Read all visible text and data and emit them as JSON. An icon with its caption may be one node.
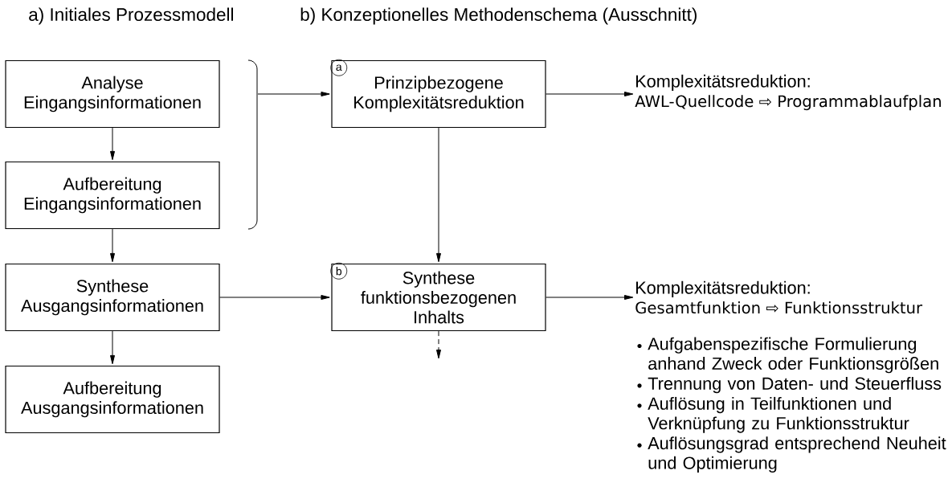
{
  "diagram": {
    "nodes": [
      {
        "text": [
          "Analyse Eingangsinformationen"
        ]
      },
      {
        "text": [
          "Aufbereitung Eingangsinformationen"
        ]
      },
      {
        "text": [
          "Synthese Ausgangsinformationen"
        ]
      },
      {
        "text": [
          "Aufbereitung Ausgangsinformationen"
        ]
      },
      {
        "text": [
          "a",
          "Prinzipbezogene Komplexitätsreduktion"
        ]
      },
      {
        "text": [
          "b",
          "Synthese funktionsbezogenen Inhalts"
        ]
      },
      {
        "text": [
          "Komplexitätsreduktion:",
          "AWL-Quellcode ⇨ Programmablaufplan"
        ]
      },
      {
        "text": [
          "Komplexitätsreduktion:",
          "Gesamtfunktion ⇨ Funktionsstruktur"
        ]
      }
    ],
    "edges": [
      {
        "from": 0,
        "to": 1,
        "arrow": "to"
      },
      {
        "from": 1,
        "to": 2,
        "arrow": "to"
      },
      {
        "from": 2,
        "to": 3,
        "arrow": "to"
      },
      {
        "from": null,
        "to": 4,
        "arrow": "to"
      },
      {
        "from": 2,
        "to": 5,
        "arrow": "to"
      },
      {
        "from": 4,
        "to": 5,
        "arrow": "to"
      },
      {
        "from": 5,
        "to": null,
        "arrow": "to",
        "style": "dashed"
      },
      {
        "from": 4,
        "to": 6,
        "arrow": "to"
      },
      {
        "from": 5,
        "to": 7,
        "arrow": "to"
      }
    ],
    "labels": [
      "a) Initiales Prozessmodell",
      "b) Konzeptionelles Methodenschema (Ausschnitt)",
      "Aufgabenspezifische Formulierung anhand Zweck oder Funktionsgrößen",
      "Trennung von Daten- und Steuerfluss",
      "Auflösung in Teilfunktionen und Verknüpfung zu Funktionsstruktur",
      "Auflösungsgrad entsprechend Neuheit und Optimierung"
    ]
  }
}
